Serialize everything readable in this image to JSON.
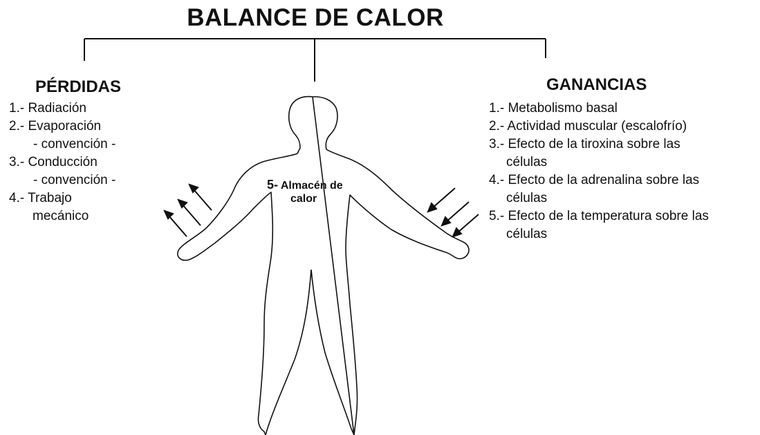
{
  "title": "BALANCE DE CALOR",
  "losses": {
    "heading": "PÉRDIDAS",
    "items": [
      "1.- Radiación",
      "2.- Evaporación",
      "- convención -",
      "3.- Conducción",
      "- convención -",
      "4.- Trabajo",
      "mecánico"
    ]
  },
  "gains": {
    "heading": "GANANCIAS",
    "items": [
      "1.- Metabolismo basal",
      "2.- Actividad muscular (escalofrío)",
      "3.- Efecto de la tiroxina sobre las",
      "células",
      "4.- Efecto de la adrenalina sobre las",
      "células",
      "5.- Efecto de la temperatura sobre las",
      "células"
    ]
  },
  "storage": {
    "number": "5-",
    "text_line1": "Almacén de",
    "text_line2": "calor"
  },
  "colors": {
    "stroke": "#111111",
    "background": "#ffffff"
  }
}
